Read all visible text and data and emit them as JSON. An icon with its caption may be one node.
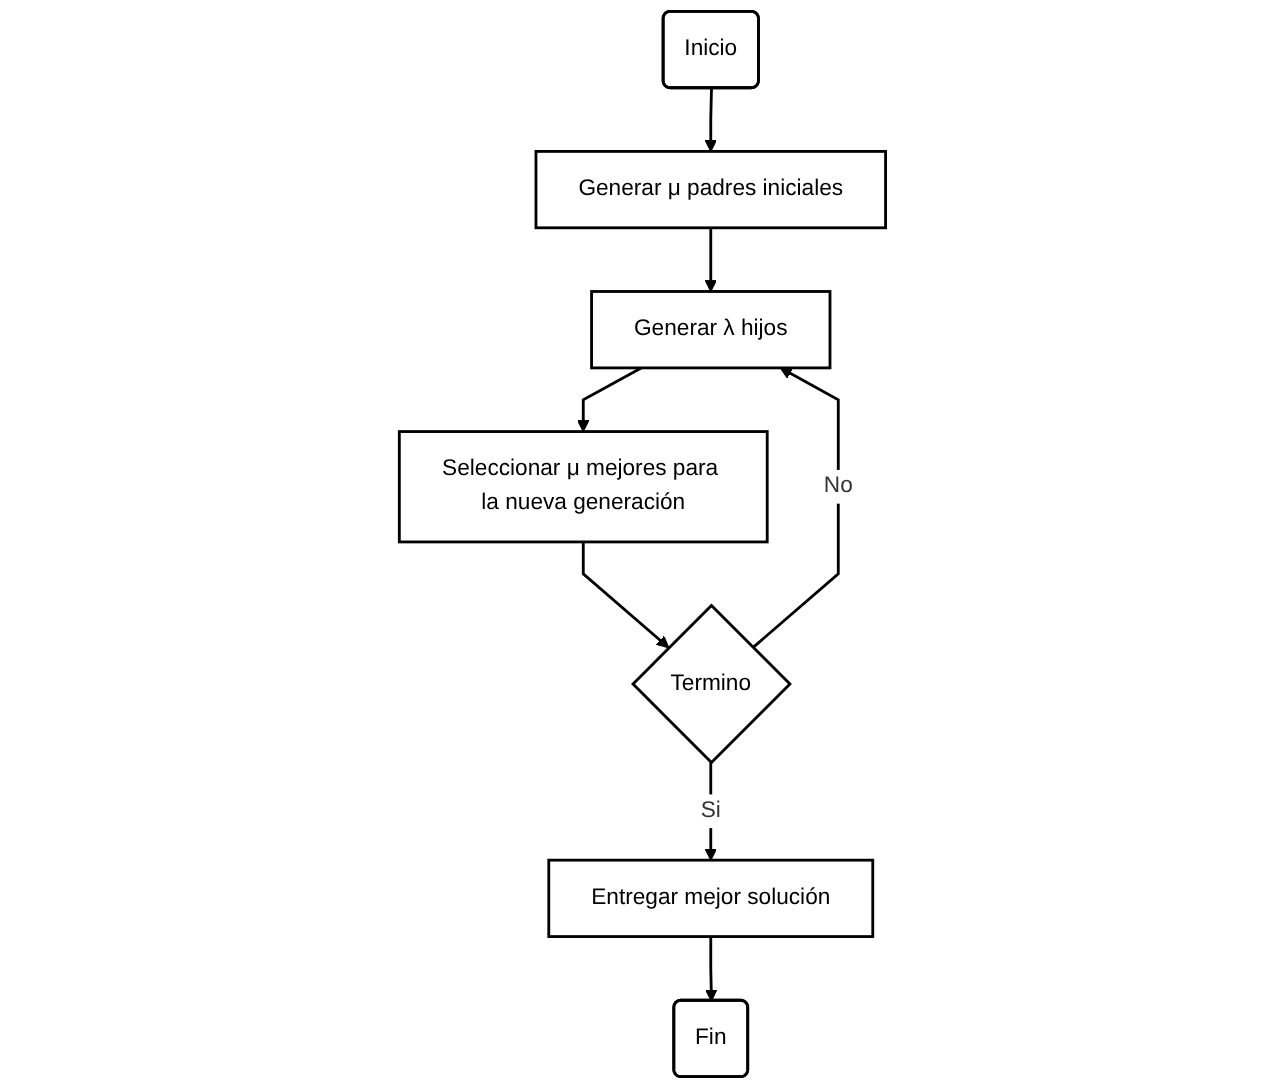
{
  "diagram": {
    "nodes": [
      {
        "text": [
          "Inicio"
        ]
      },
      {
        "text": [
          "Generar μ padres iniciales"
        ]
      },
      {
        "text": [
          "Generar λ hijos"
        ]
      },
      {
        "text": [
          "Seleccionar μ mejores para la nueva generación"
        ]
      },
      {
        "text": [
          "Termino"
        ]
      },
      {
        "text": [
          "Entregar mejor solución"
        ]
      },
      {
        "text": [
          "Fin"
        ]
      }
    ],
    "edges": [
      {
        "from": 0,
        "to": 1,
        "arrow": "to"
      },
      {
        "from": 1,
        "to": 2,
        "arrow": "to"
      },
      {
        "from": 2,
        "to": 3,
        "arrow": "to"
      },
      {
        "from": 3,
        "to": 4,
        "arrow": "to"
      },
      {
        "from": 4,
        "to": 5,
        "arrow": "to",
        "label": "Si"
      },
      {
        "from": 4,
        "to": 2,
        "arrow": "to",
        "label": "No"
      },
      {
        "from": 5,
        "to": 6,
        "arrow": "to"
      }
    ]
  }
}
